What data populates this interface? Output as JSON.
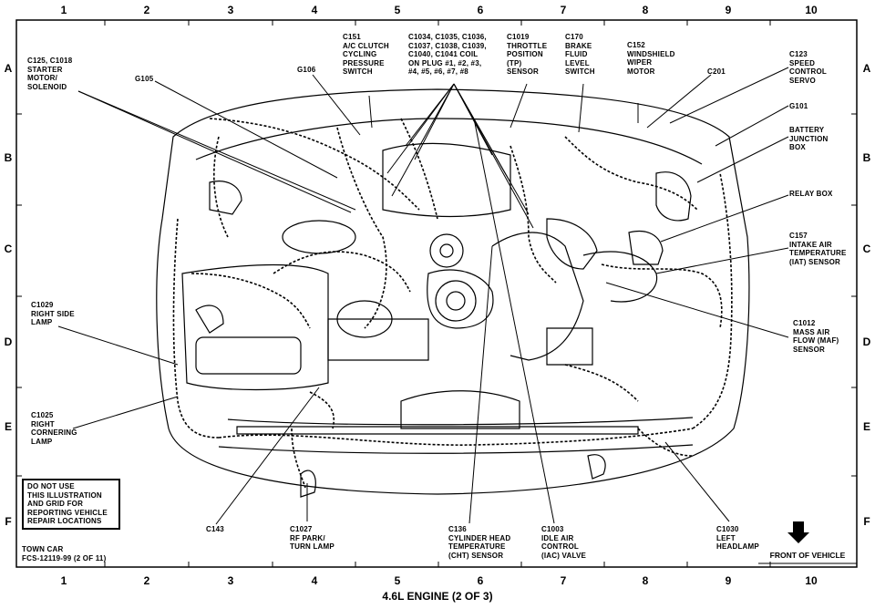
{
  "grid": {
    "columns": [
      "1",
      "2",
      "3",
      "4",
      "5",
      "6",
      "7",
      "8",
      "9",
      "10"
    ],
    "rows": [
      "A",
      "B",
      "C",
      "D",
      "E",
      "F"
    ]
  },
  "labels": {
    "c125": "C125, C1018\nSTARTER\nMOTOR/\nSOLENOID",
    "g105": "G105",
    "g106": "G106",
    "c151": "C151\nA/C CLUTCH\nCYCLING\nPRESSURE\nSWITCH",
    "c1034": "C1034, C1035, C1036,\nC1037, C1038, C1039,\nC1040, C1041 COIL\nON PLUG #1, #2, #3,\n#4, #5, #6, #7, #8",
    "c1019": "C1019\nTHROTTLE\nPOSITION\n(TP)\nSENSOR",
    "c170": "C170\nBRAKE\nFLUID\nLEVEL\nSWITCH",
    "c152": "C152\nWINDSHIELD\nWIPER\nMOTOR",
    "c201": "C201",
    "c123": "C123\nSPEED\nCONTROL\nSERVO",
    "g101": "G101",
    "battery_box": "BATTERY\nJUNCTION\nBOX",
    "relay_box": "RELAY BOX",
    "c157": "C157\nINTAKE AIR\nTEMPERATURE\n(IAT) SENSOR",
    "c1012": "C1012\nMASS AIR\nFLOW (MAF)\nSENSOR",
    "c1029": "C1029\nRIGHT SIDE\nLAMP",
    "c1025": "C1025\nRIGHT\nCORNERING\nLAMP",
    "c143": "C143",
    "c1027": "C1027\nRF PARK/\nTURN LAMP",
    "c136": "C136\nCYLINDER HEAD\nTEMPERATURE\n(CHT) SENSOR",
    "c1003": "C1003\nIDLE AIR\nCONTROL\n(IAC) VALVE",
    "c1030": "C1030\nLEFT\nHEADLAMP"
  },
  "warning_box": "DO NOT USE\nTHIS ILLUSTRATION\nAND GRID FOR\nREPORTING VEHICLE\nREPAIR LOCATIONS",
  "vehicle": "TOWN CAR",
  "doc_id": "FCS-12119-99 (2 OF 11)",
  "front_of_vehicle": "FRONT OF VEHICLE",
  "caption": "4.6L ENGINE (2 OF 3)"
}
